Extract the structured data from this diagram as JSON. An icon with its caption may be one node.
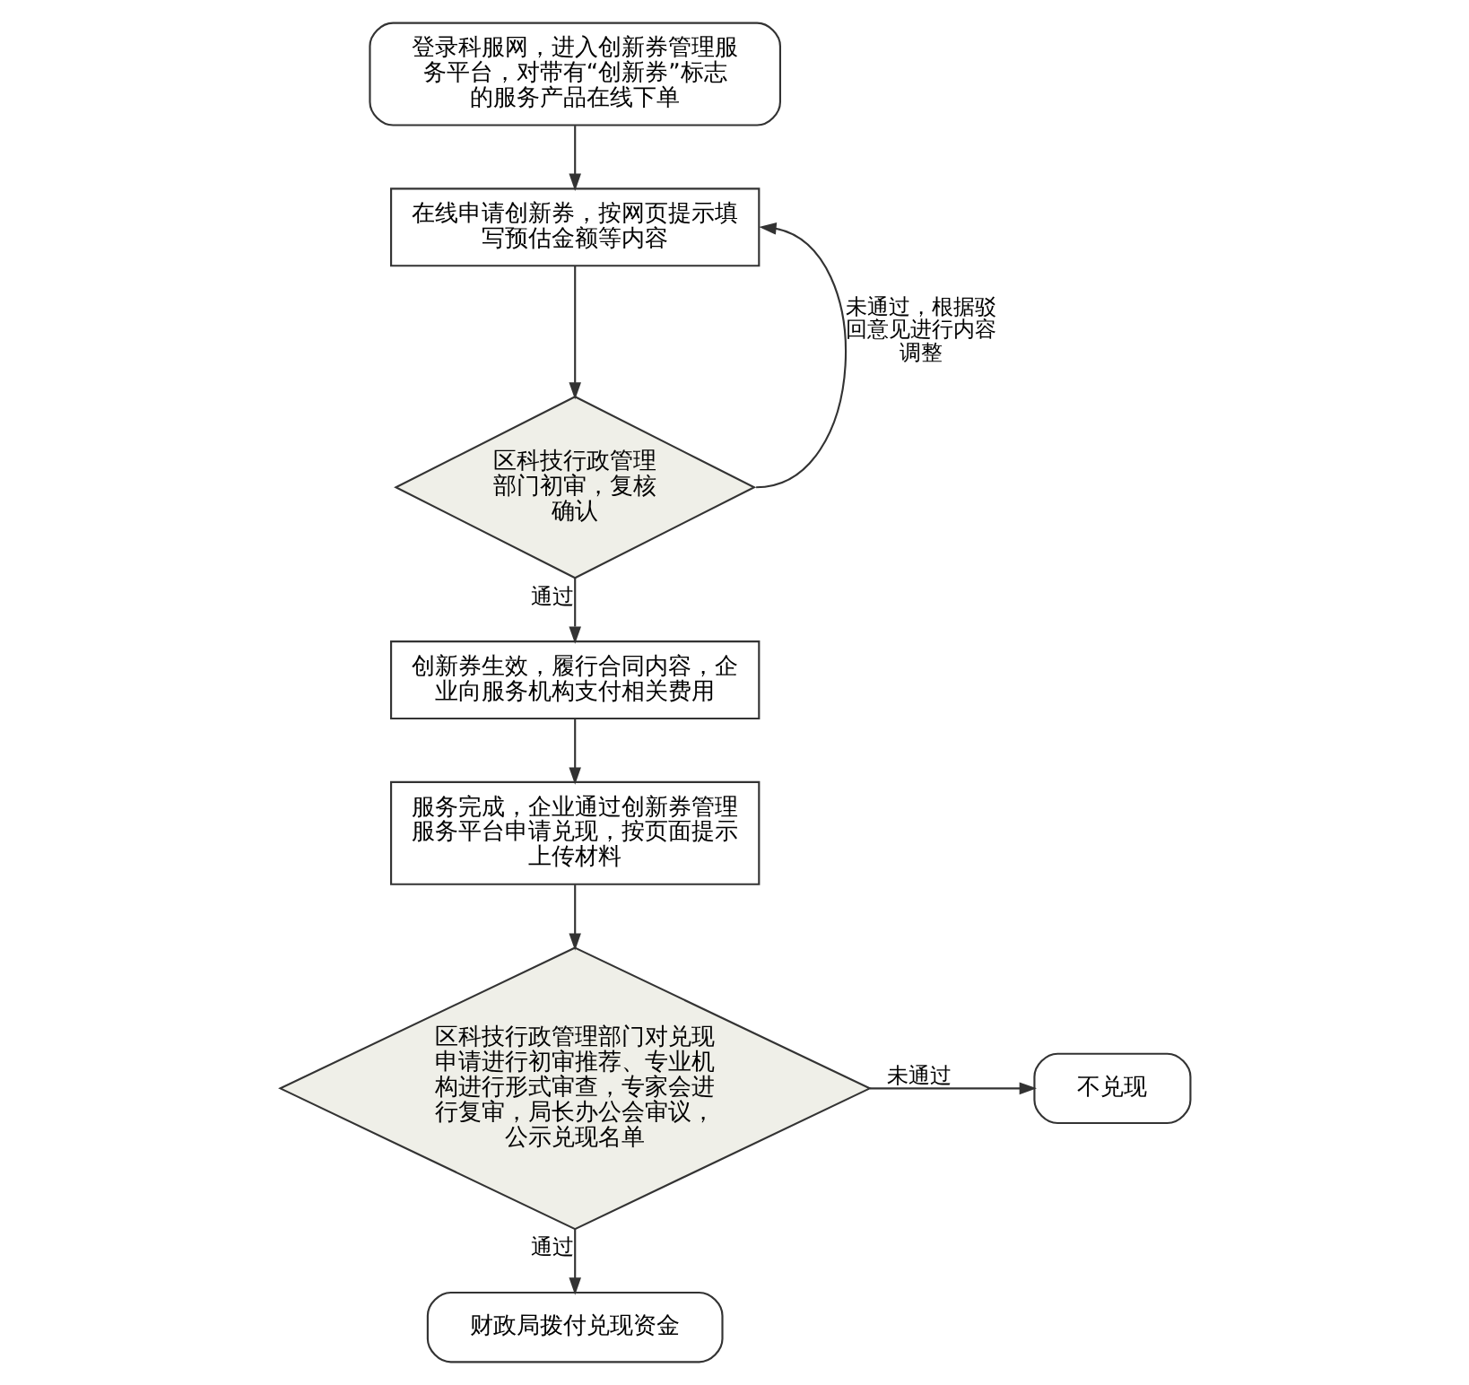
{
  "diagram": {
    "nodes": [
      {
        "text": [
          "登录科服网，进入创新券管理服务平台，对带有“创新券”标志的服务产品在线下单"
        ]
      },
      {
        "text": [
          "在线申请创新券，按网页提示填写预估金额等内容"
        ]
      },
      {
        "text": [
          "区科技行政管理部门初审，复核确认"
        ]
      },
      {
        "text": [
          "创新券生效，履行合同内容，企业向服务机构支付相关费用"
        ]
      },
      {
        "text": [
          "服务完成，企业通过创新券管理服务平台申请兑现，按页面提示上传材料"
        ]
      },
      {
        "text": [
          "区科技行政管理部门对兑现申请进行初审推荐、专业机构进行形式审查，专家会进行复审，局长办公会审议，公示兑现名单"
        ]
      },
      {
        "text": [
          "不兑现"
        ]
      },
      {
        "text": [
          "财政局拨付兑现资金"
        ]
      }
    ],
    "edges": [
      {
        "from": 0,
        "to": 1,
        "arrow": "to"
      },
      {
        "from": 1,
        "to": 2,
        "arrow": "to"
      },
      {
        "from": 2,
        "to": 1,
        "arrow": "to",
        "label": "未通过，根据驳回意见进行内容调整"
      },
      {
        "from": 2,
        "to": 3,
        "arrow": "to",
        "label": "通过"
      },
      {
        "from": 3,
        "to": 4,
        "arrow": "to"
      },
      {
        "from": 4,
        "to": 5,
        "arrow": "to"
      },
      {
        "from": 5,
        "to": 6,
        "arrow": "to",
        "label": "未通过"
      },
      {
        "from": 5,
        "to": 7,
        "arrow": "to",
        "label": "通过"
      }
    ]
  }
}
